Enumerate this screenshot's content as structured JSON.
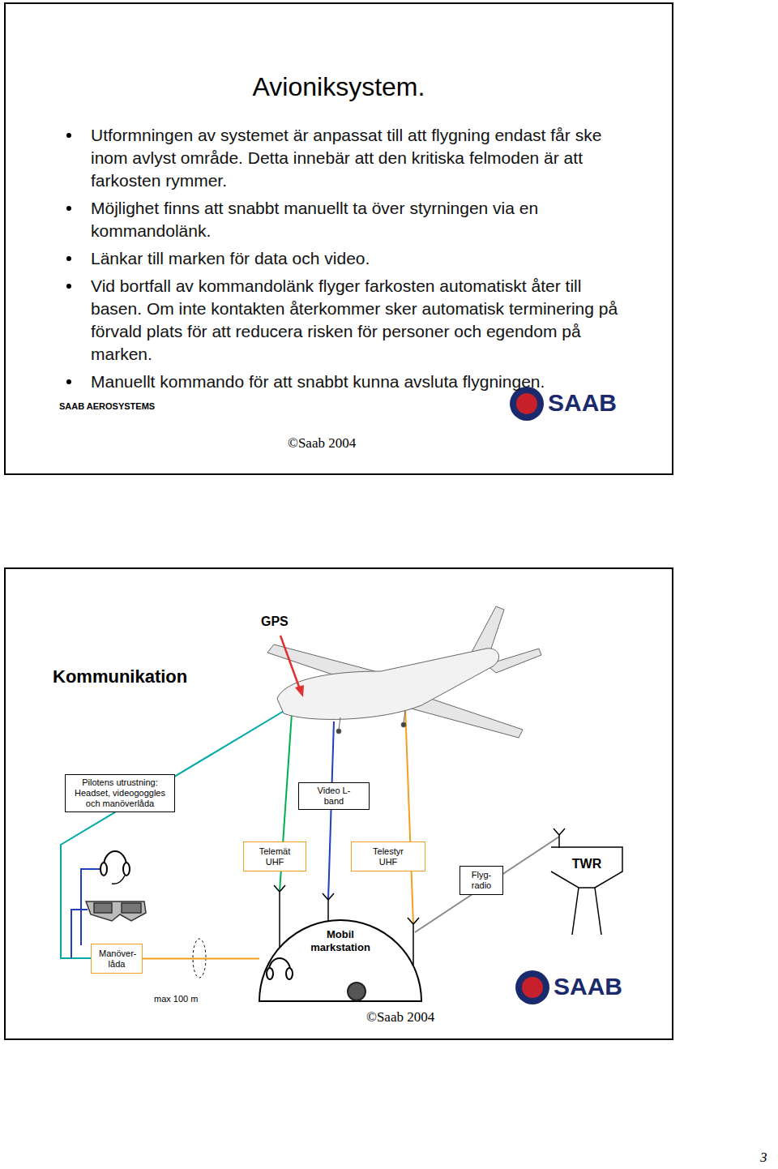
{
  "diagram": {
    "title": "Avioniksystem.",
    "nodes": [
      {
        "text": [
          "Utformningen av systemet är anpassat till att flygning endast får ske inom avlyst område. Detta innebär att den kritiska felmoden är att farkosten rymmer.",
          "Möjlighet finns att snabbt manuellt ta över styrningen via en kommandolänk.",
          "Länkar till marken för data och video.",
          "Vid bortfall av kommandolänk flyger farkosten automatiskt åter till basen. Om inte kontakten återkommer sker automatisk terminering på förvald plats för att reducera risken för personer och egendom på marken.",
          "Manuellt kommando för att snabbt kunna avsluta flygningen.",
          "SAAB AEROSYSTEMS",
          "©Saab 2004"
        ]
      },
      {
        "text": [
          "Kommunikation",
          "©Saab 2004"
        ]
      },
      {
        "text": [
          "Pilotens utrustning: Headset, videogoggles och manöverlåda"
        ],
        "in": 1
      },
      {
        "text": [
          "Video L-band"
        ],
        "in": 1
      },
      {
        "text": [
          "Telemät UHF"
        ],
        "in": 1
      },
      {
        "text": [
          "Telestyr UHF"
        ],
        "in": 1
      },
      {
        "text": [
          "Flyg-radio"
        ],
        "in": 1
      },
      {
        "text": [
          "TWR"
        ],
        "in": 1
      },
      {
        "text": [
          "Mobil markstation"
        ],
        "in": 1
      },
      {
        "text": [
          "Manöver-låda"
        ],
        "in": 1
      }
    ],
    "edges": [
      {
        "from": 9,
        "to": 8,
        "arrow": "none"
      }
    ],
    "labels": [
      "GPS",
      "max 100 m",
      "SAAB",
      "SAAB",
      "3"
    ]
  }
}
